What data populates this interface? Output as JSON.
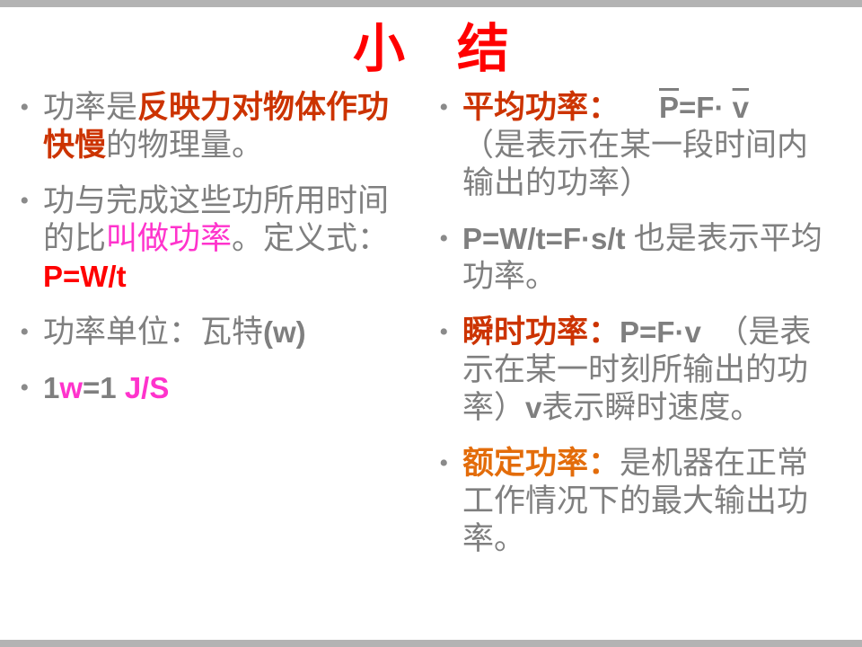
{
  "title": "小　结",
  "colors": {
    "title_red": "#ff0000",
    "body_gray": "#7f7f7f",
    "highlight_red_orange": "#cc3300",
    "highlight_orange": "#e36c0a",
    "highlight_magenta": "#ff33cc",
    "formula_red": "#ff0000",
    "edge_bar_gray": "#b3b3b3"
  },
  "left": [
    {
      "segs": [
        "功率是",
        "反映力对物体作功快慢",
        "的物理量。"
      ]
    },
    {
      "segs": [
        "功与完成这些功所用时间的比",
        "叫做功率",
        "。定义式：",
        "P=W/t"
      ]
    },
    {
      "segs": [
        "功率单位：瓦特",
        "(w)"
      ]
    },
    {
      "segs": [
        "1",
        "w",
        "=1",
        " J/S"
      ]
    }
  ],
  "right": [
    {
      "segs": [
        "平均功率：",
        "P",
        "=F· ",
        "v",
        "（是表示在某一段时间内输出的功率）"
      ]
    },
    {
      "segs": [
        "P=W/t=F·s/t ",
        "也是表示平均功率。"
      ]
    },
    {
      "segs": [
        "瞬时功率：",
        "P=F·v",
        "　（是表示在某一时刻所输出的功率）",
        "v",
        "表示瞬时速度。"
      ]
    },
    {
      "segs": [
        "额定功率：",
        "是机器在正常工作情况下的最大输出功率。"
      ]
    }
  ]
}
